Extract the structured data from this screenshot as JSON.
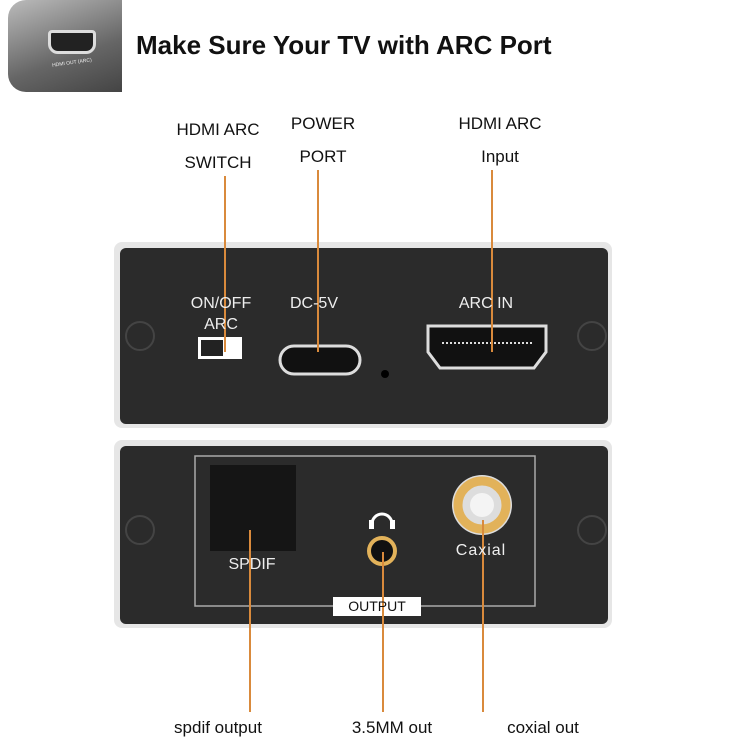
{
  "title": "Make Sure Your TV with ARC Port",
  "thumbnail": {
    "port_text": "HDMI OUT (ARC)"
  },
  "callouts_top": [
    {
      "line1": "HDMI ARC",
      "line2": "SWITCH"
    },
    {
      "line1": "POWER",
      "line2": "PORT"
    },
    {
      "line1": "HDMI ARC",
      "line2": "Input"
    }
  ],
  "top_panel": {
    "switch_label_1": "ON/OFF",
    "switch_label_2": "ARC",
    "power_label": "DC-5V",
    "hdmi_label": "ARC IN"
  },
  "bottom_panel": {
    "spdif_label": "SPDIF",
    "coax_label": "Caxial",
    "output_label": "OUTPUT"
  },
  "callouts_bottom": [
    "spdif output",
    "3.5MM out",
    "coxial out"
  ],
  "colors": {
    "callout_line": "#d98a3c",
    "panel": "#2b2b2b",
    "gold": "#e2b25a"
  }
}
